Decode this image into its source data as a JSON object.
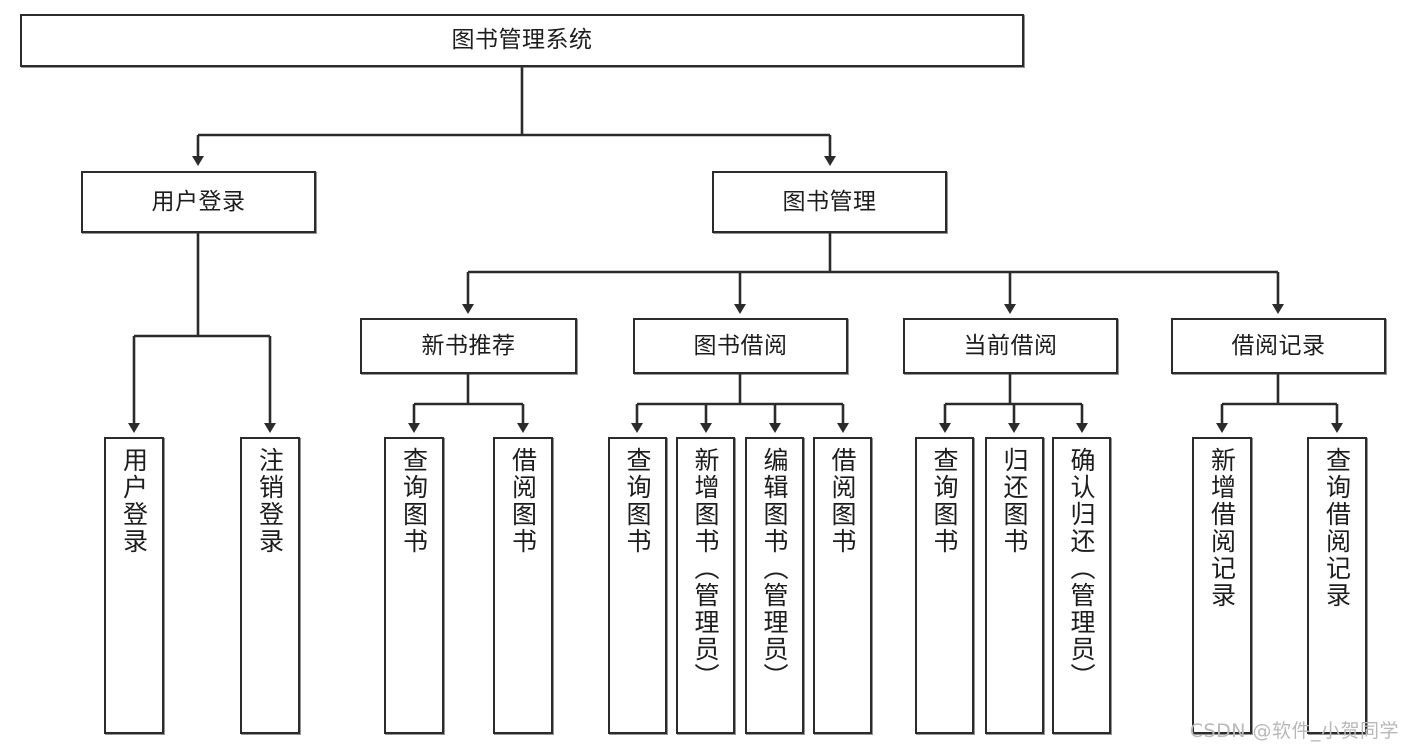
{
  "diagram": {
    "type": "tree-hierarchy",
    "title": "图书管理系统",
    "watermark": "CSDN @软件_小贺同学",
    "colors": {
      "stroke": "#2b2b2b",
      "background": "#ffffff",
      "text": "#1d1d1d",
      "watermark": "#b9b9b9"
    },
    "nodes": {
      "root": {
        "label": "图书管理系统"
      },
      "level2": [
        {
          "label": "用户登录"
        },
        {
          "label": "图书管理"
        }
      ],
      "level3": [
        {
          "label": "新书推荐"
        },
        {
          "label": "图书借阅"
        },
        {
          "label": "当前借阅"
        },
        {
          "label": "借阅记录"
        }
      ],
      "leaves_user_login": [
        {
          "label": "用户登录"
        },
        {
          "label": "注销登录"
        }
      ],
      "leaves_new_books": [
        {
          "label": "查询图书"
        },
        {
          "label": "借阅图书"
        }
      ],
      "leaves_borrow": [
        {
          "label": "查询图书"
        },
        {
          "label": "新增图书（管理员）"
        },
        {
          "label": "编辑图书（管理员）"
        },
        {
          "label": "借阅图书"
        }
      ],
      "leaves_current": [
        {
          "label": "查询图书"
        },
        {
          "label": "归还图书"
        },
        {
          "label": "确认归还（管理员）"
        }
      ],
      "leaves_records": [
        {
          "label": "新增借阅记录"
        },
        {
          "label": "查询借阅记录"
        }
      ]
    }
  }
}
